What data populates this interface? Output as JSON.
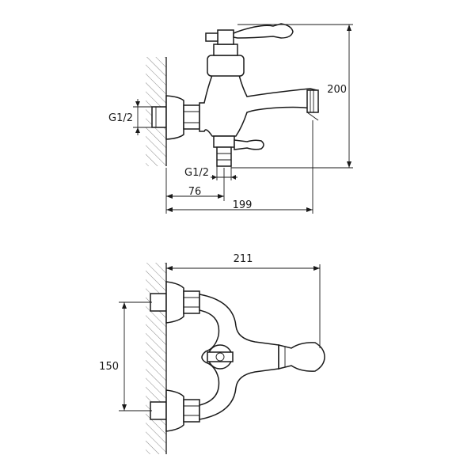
{
  "dimensions": {
    "height": "200",
    "thread_inlet": "G1/2",
    "thread_outlet": "G1/2",
    "offset_76": "76",
    "length_199": "199",
    "width_211": "211",
    "centers_150": "150"
  }
}
